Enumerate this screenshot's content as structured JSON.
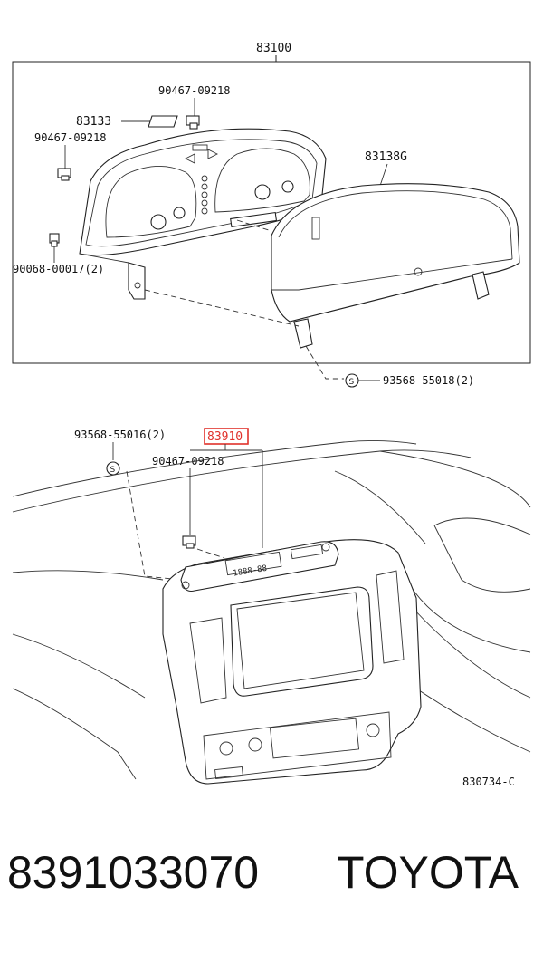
{
  "diagram": {
    "assembly_label": "83100",
    "top_labels": {
      "bolt_upper": "90467-09218",
      "plate": "83133",
      "bolt_left": "90467-09218",
      "lens": "83138G",
      "bulb": "90068-00017(2)",
      "screw": "93568-55018(2)"
    },
    "bottom_labels": {
      "screw": "93568-55016(2)",
      "clock_part": "83910",
      "clip": "90467-09218",
      "clock_display": "1888-88",
      "figure_id": "830734-C"
    },
    "highlight_color": "#e0312b"
  },
  "footer": {
    "part_number": "8391033070",
    "brand": "TOYOTA"
  }
}
